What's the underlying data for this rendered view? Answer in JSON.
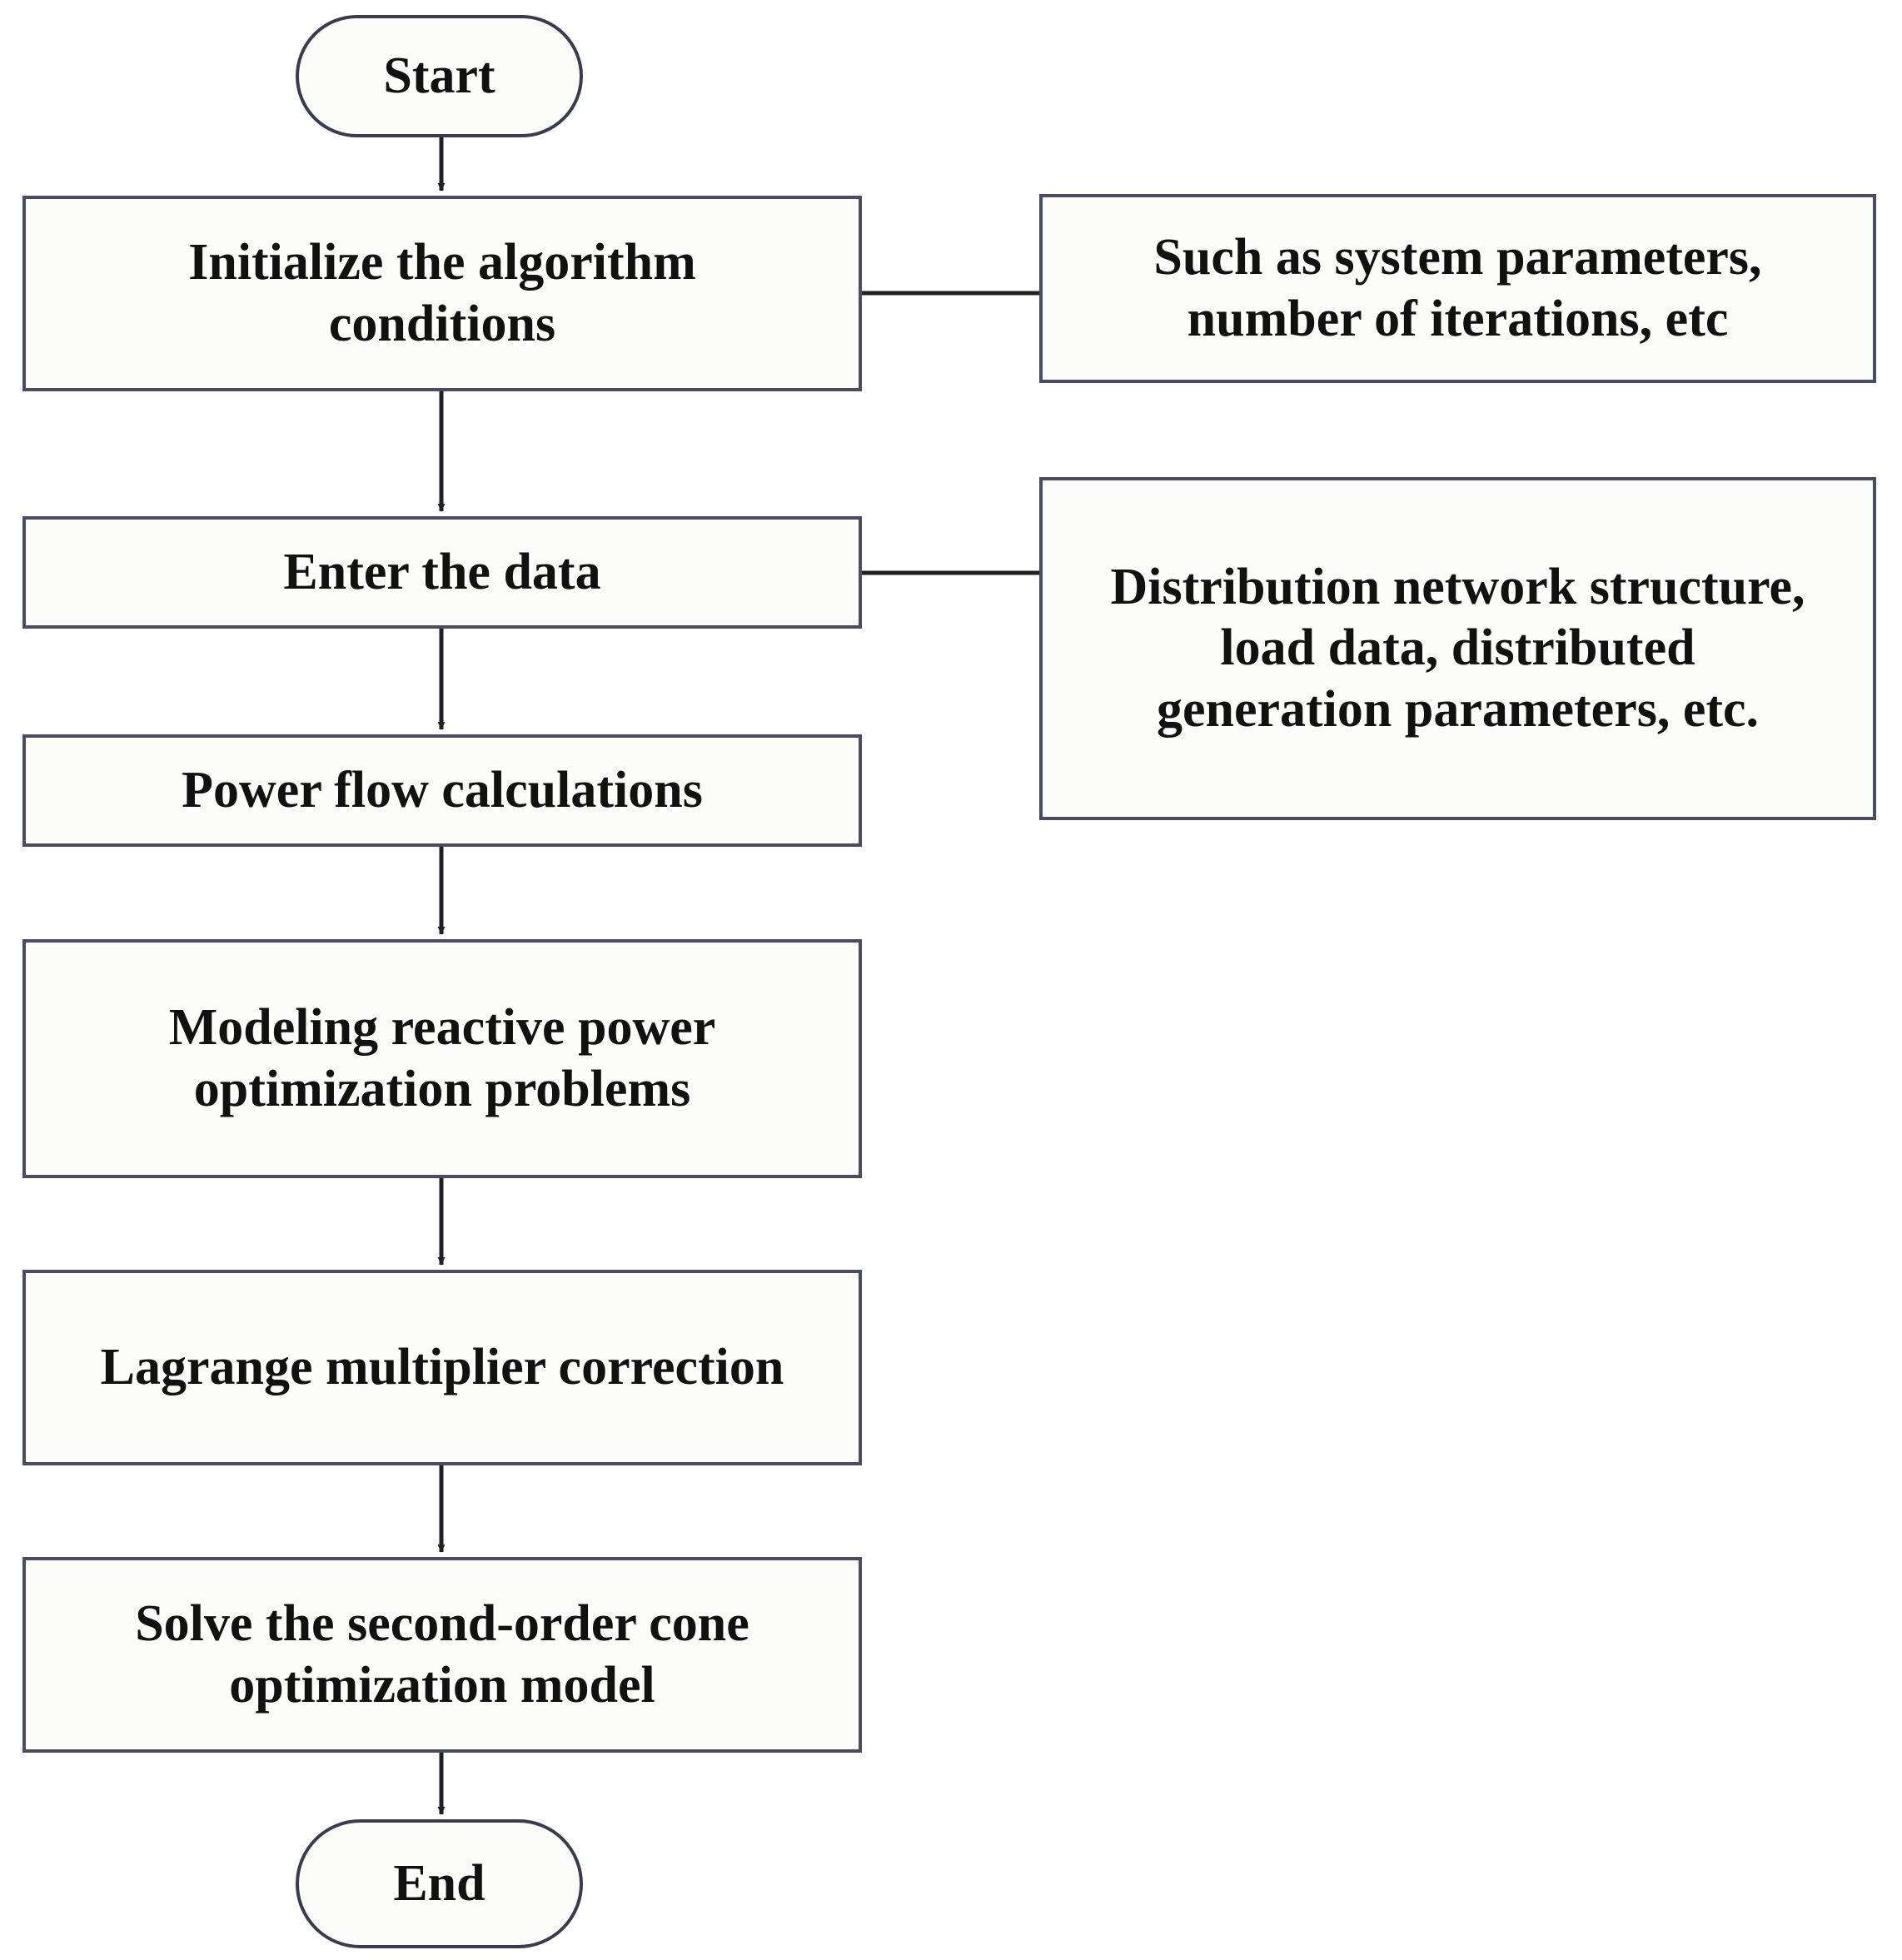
{
  "diagram": {
    "title": "Reactive power optimization algorithm flowchart",
    "colors": {
      "box_border": "#4b4b63",
      "terminal_border": "#3b3b4e",
      "box_fill": "#fcfcfa",
      "text": "#111111",
      "connector": "#1f1f28",
      "background": "#ffffff"
    },
    "nodes": {
      "start": {
        "label": "Start",
        "shape": "terminal"
      },
      "initialize": {
        "label": "Initialize the algorithm\nconditions",
        "shape": "process"
      },
      "enter_data": {
        "label": "Enter the data",
        "shape": "process"
      },
      "power_flow": {
        "label": "Power flow calculations",
        "shape": "process"
      },
      "modeling": {
        "label": "Modeling reactive power\noptimization problems",
        "shape": "process"
      },
      "lagrange": {
        "label": "Lagrange multiplier correction",
        "shape": "process"
      },
      "solve_socp": {
        "label": "Solve the second-order cone\noptimization model",
        "shape": "process"
      },
      "end": {
        "label": "End",
        "shape": "terminal"
      },
      "note_initialize": {
        "label": "Such as system parameters,\nnumber of iterations, etc",
        "shape": "annotation"
      },
      "note_enter_data": {
        "label": "Distribution network structure,\nload data, distributed\ngeneration parameters, etc.",
        "shape": "annotation"
      }
    },
    "edges": [
      {
        "from": "start",
        "to": "initialize",
        "type": "arrow",
        "direction": "down"
      },
      {
        "from": "initialize",
        "to": "enter_data",
        "type": "arrow",
        "direction": "down"
      },
      {
        "from": "enter_data",
        "to": "power_flow",
        "type": "arrow",
        "direction": "down"
      },
      {
        "from": "power_flow",
        "to": "modeling",
        "type": "arrow",
        "direction": "down"
      },
      {
        "from": "modeling",
        "to": "lagrange",
        "type": "arrow",
        "direction": "down"
      },
      {
        "from": "lagrange",
        "to": "solve_socp",
        "type": "arrow",
        "direction": "down"
      },
      {
        "from": "solve_socp",
        "to": "end",
        "type": "arrow",
        "direction": "down"
      },
      {
        "from": "initialize",
        "to": "note_initialize",
        "type": "line",
        "direction": "right"
      },
      {
        "from": "enter_data",
        "to": "note_enter_data",
        "type": "line",
        "direction": "right"
      }
    ]
  }
}
